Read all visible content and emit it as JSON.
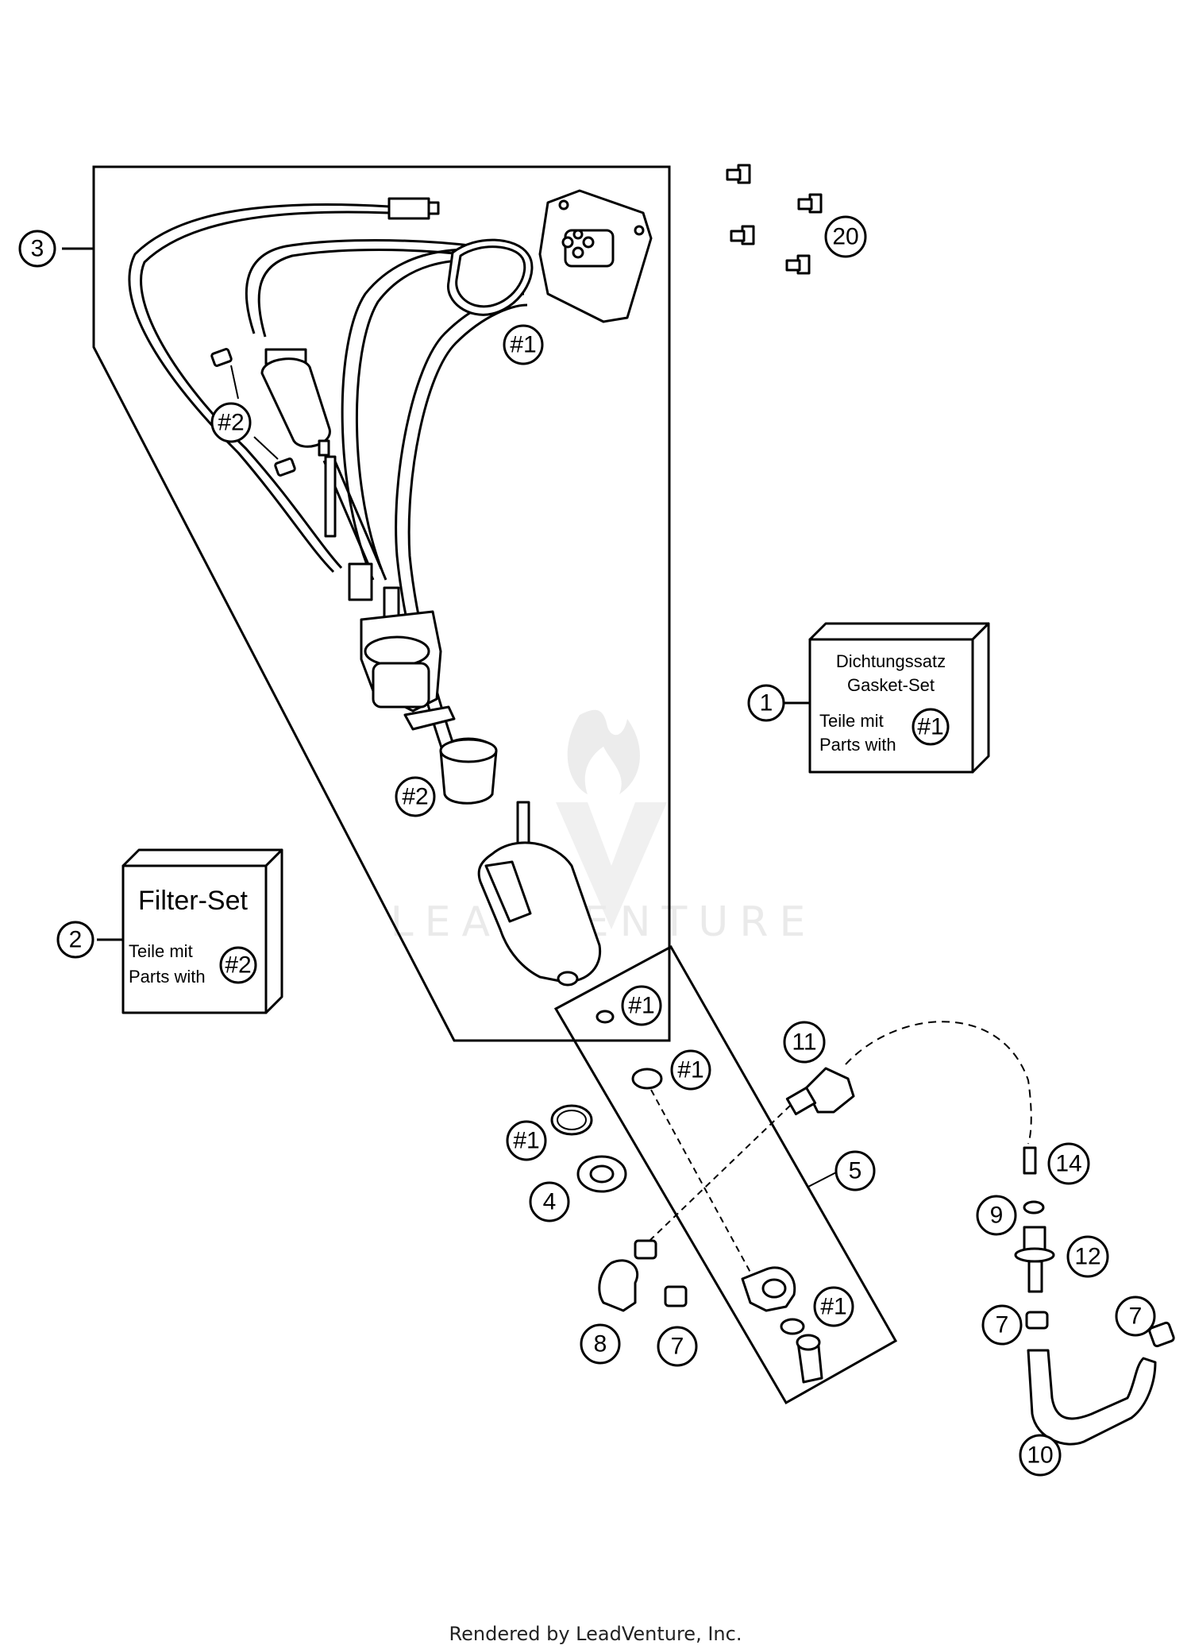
{
  "callouts": {
    "c1": "1",
    "c2": "2",
    "c3": "3",
    "c4": "4",
    "c5": "5",
    "c7a": "7",
    "c7b": "7",
    "c7c": "7",
    "c8": "8",
    "c9": "9",
    "c10": "10",
    "c11": "11",
    "c12": "12",
    "c14": "14",
    "c20": "20",
    "h1a": "#1",
    "h1b": "#1",
    "h1c": "#1",
    "h1d": "#1",
    "h1e": "#1",
    "h2a": "#2",
    "h2b": "#2"
  },
  "gasket_box": {
    "line1": "Dichtungssatz",
    "line2": "Gasket-Set",
    "line3": "Teile mit",
    "line4": "Parts with",
    "ref": "#1"
  },
  "filter_box": {
    "title": "Filter-Set",
    "line1": "Teile mit",
    "line2": "Parts with",
    "ref": "#2"
  },
  "watermark": "LEADVENTURE",
  "footer": "Rendered by LeadVenture, Inc."
}
